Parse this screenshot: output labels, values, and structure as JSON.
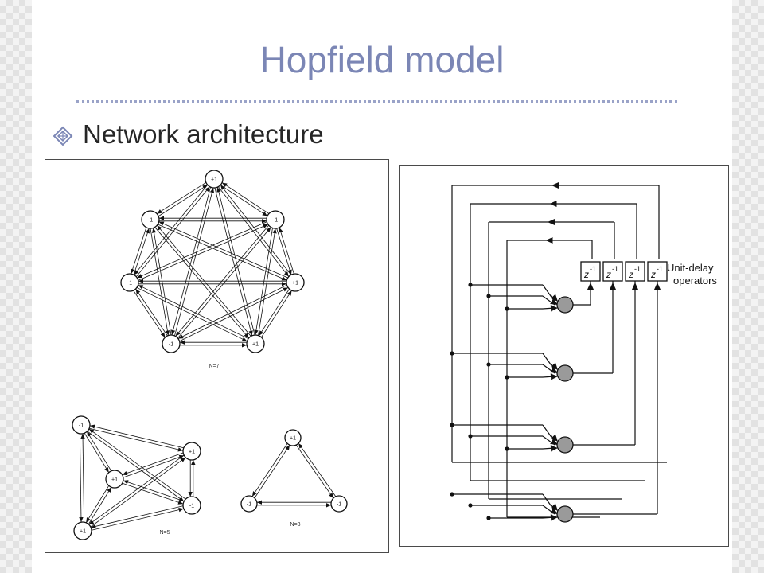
{
  "slide": {
    "title": "Hopfield model",
    "bullet": "Network architecture"
  },
  "colors": {
    "title": "#7b86b5",
    "rule": "#9aa3c8",
    "bullet": "#7b86b5"
  },
  "left_figure": {
    "n7": {
      "caption": "N=7",
      "node_labels": [
        "+1",
        "-1",
        "-1",
        "-1",
        "+1",
        "+1",
        "-1"
      ]
    },
    "n5": {
      "caption": "N=5",
      "node_labels": [
        "-1",
        "+1",
        "+1",
        "-1",
        "+1"
      ]
    },
    "n3": {
      "caption": "N=3",
      "node_labels": [
        "+1",
        "-1",
        "-1"
      ]
    }
  },
  "right_figure": {
    "delay_label": "z",
    "delay_exponent": "-1",
    "delay_caption_line1": "Unit-delay",
    "delay_caption_line2": "operators"
  }
}
